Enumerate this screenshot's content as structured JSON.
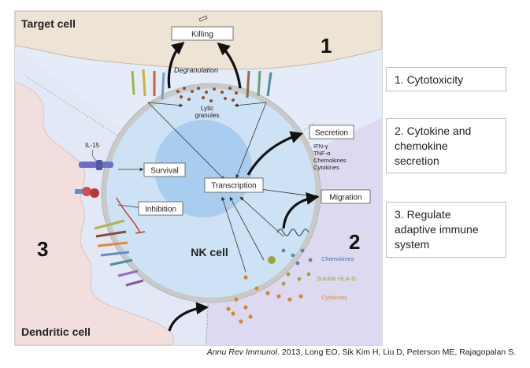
{
  "diagram": {
    "region_labels": {
      "target_cell": "Target cell",
      "dendritic_cell": "Dendritic cell",
      "nk_cell": "NK cell"
    },
    "section_numbers": [
      "1",
      "2",
      "3"
    ],
    "process_boxes": {
      "killing": "Killing",
      "secretion": "Secretion",
      "transcription": "Transcription",
      "migration": "Migration",
      "survival": "Survival",
      "inhibition": "Inhibition"
    },
    "annotations": {
      "degranulation": "Degranulation",
      "lytic_granules_line1": "Lytic",
      "lytic_granules_line2": "granules",
      "il15": "IL-15",
      "secretion_products": [
        "IFN-γ",
        "TNF-α",
        "Chemokines",
        "Cytokines"
      ],
      "chemokines": "Chemokines",
      "soluble_hla_g": "Soluble HLA-G",
      "cytokines": "Cytokines"
    },
    "colors": {
      "target_cell": "#eee4d6",
      "target_cell_border": "#c8b79c",
      "zone_1_blue": "#dfe9f6",
      "zone_2_purple": "#dcd8ef",
      "zone_3_pink": "#f3dede",
      "nk_cell": "#cde2f4",
      "nucleus": "#a9cdee",
      "granule": "#a14a26",
      "chemokine_dot": "#5d8aa8",
      "hla_dot": "#9ea33a",
      "cytokine_dot": "#d08a3c"
    }
  },
  "summary_boxes": [
    {
      "text": "1. Cytotoxicity"
    },
    {
      "text": "2. Cytokine and\nchemokine\nsecretion"
    },
    {
      "text": "3. Regulate\nadaptive immune\nsystem"
    }
  ],
  "citation": {
    "journal": "Annu Rev Immunol",
    "rest": ". 2013, Long EO, Sik Kim H, Liu D, Peterson ME, Rajagopalan S."
  }
}
